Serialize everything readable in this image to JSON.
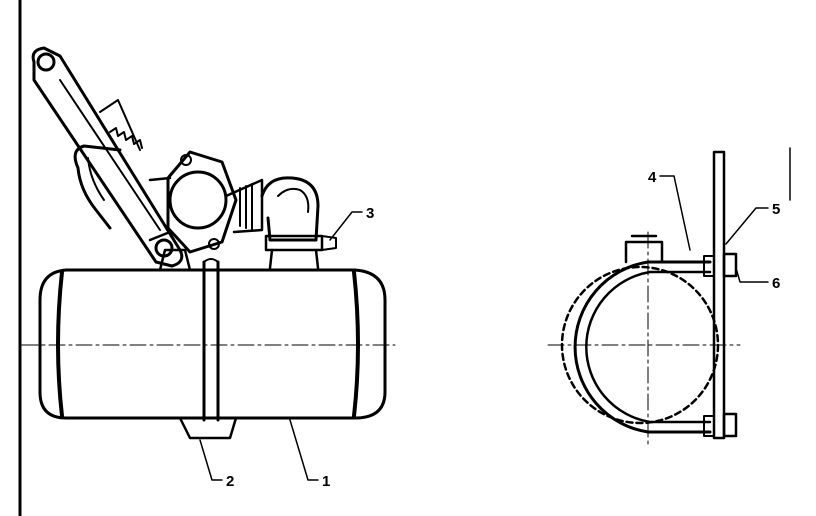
{
  "figure": {
    "callouts": {
      "c1": "1",
      "c2": "2",
      "c3": "3",
      "c4": "4",
      "c5": "5",
      "c6": "6"
    },
    "colors": {
      "ink": "#000000",
      "paper": "#ffffff"
    }
  }
}
